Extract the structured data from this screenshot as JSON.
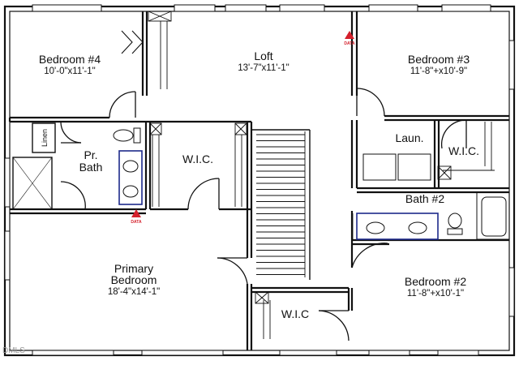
{
  "rooms": {
    "bedroom4": {
      "name": "Bedroom #4",
      "dims": "10'-0\"x11'-1\""
    },
    "loft": {
      "name": "Loft",
      "dims": "13'-7\"x11'-1\""
    },
    "bedroom3": {
      "name": "Bedroom #3",
      "dims": "11'-8\"+x10'-9\""
    },
    "linen": {
      "name": "Linen"
    },
    "pr_bath": {
      "line1": "Pr.",
      "line2": "Bath"
    },
    "wic_primary": {
      "name": "W.I.C."
    },
    "laundry": {
      "name": "Laun."
    },
    "wic_bed3": {
      "name": "W.I.C."
    },
    "bath2": {
      "name": "Bath #2"
    },
    "primary": {
      "line1": "Primary",
      "line2": "Bedroom",
      "dims": "18'-4\"x14'-1\""
    },
    "bedroom2": {
      "name": "Bedroom #2",
      "dims": "11'-8\"+x10'-1\""
    },
    "wic_bed2": {
      "name": "W.I.C"
    }
  },
  "markers": {
    "data_label": "DATA"
  },
  "watermark": "DMLS",
  "colors": {
    "walls": "#111111",
    "fixtures": "#1d2a8a",
    "data_marker": "#d4202c"
  }
}
